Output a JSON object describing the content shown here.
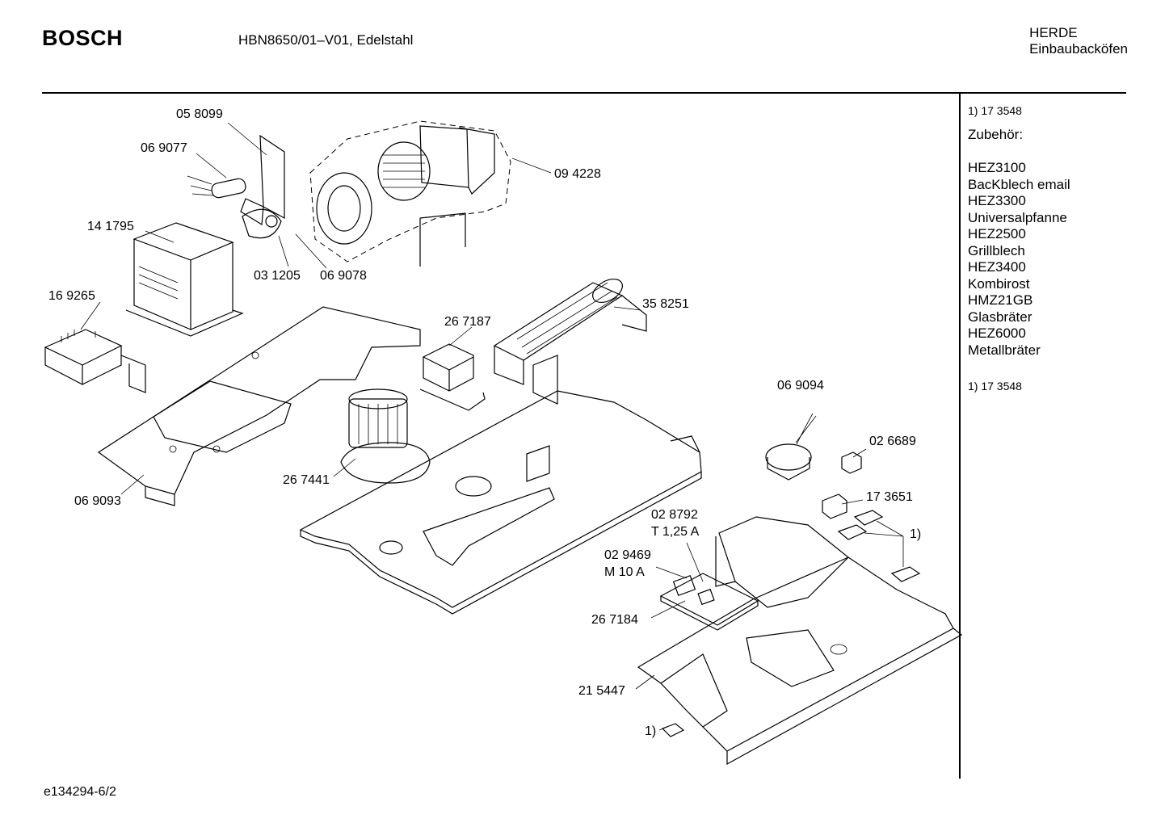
{
  "header": {
    "brand": "BOSCH",
    "model": "HBN8650/01–V01, Edelstahl",
    "category_line1": "HERDE",
    "category_line2": "Einbaubacköfen"
  },
  "sidebar": {
    "top_note": "1) 17 3548",
    "accessories_title": "Zubehör:",
    "accessories": [
      {
        "code": "HEZ3100",
        "name": "BacKblech email"
      },
      {
        "code": "HEZ3300",
        "name": "Universalpfanne"
      },
      {
        "code": "HEZ2500",
        "name": "Grillblech"
      },
      {
        "code": "HEZ3400",
        "name": "Kombirost"
      },
      {
        "code": "HMZ21GB",
        "name": "Glasbräter"
      },
      {
        "code": "HEZ6000",
        "name": "Metallbräter"
      }
    ],
    "bottom_note": "1)  17 3548"
  },
  "part_labels": {
    "p058099": "05 8099",
    "p069077": "06 9077",
    "p094228": "09 4228",
    "p141795": "14 1795",
    "p031205": "03 1205",
    "p069078": "06 9078",
    "p169265": "16 9265",
    "p267187": "26 7187",
    "p358251": "35 8251",
    "p069094": "06 9094",
    "p026689": "02 6689",
    "p173651": "17 3651",
    "p267441": "26 7441",
    "p069093": "06 9093",
    "p028792": "02 8792",
    "p028792_fuse": "T 1,25 A",
    "p029469": "02 9469",
    "p029469_fuse": "M 10 A",
    "p267184": "26 7184",
    "p215447": "21 5447",
    "note1_right": "1)",
    "note1_bottom": "1)"
  },
  "footer": {
    "doc_id": "e134294-6/2"
  }
}
